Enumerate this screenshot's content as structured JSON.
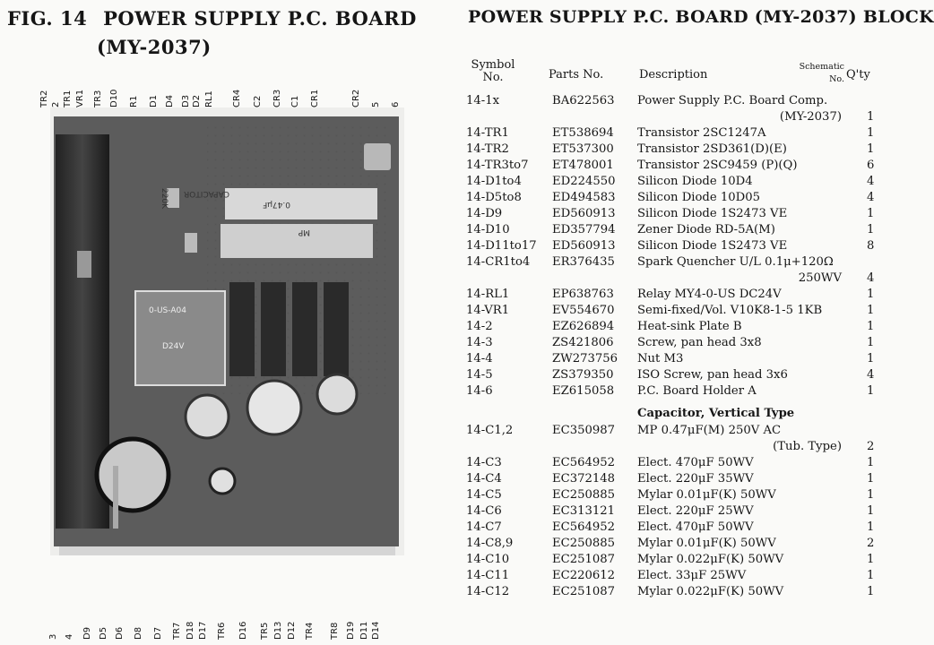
{
  "figure": {
    "number": "FIG. 14",
    "title_line1": "POWER SUPPLY P.C. BOARD",
    "title_line2": "(MY-2037)"
  },
  "block_title": "POWER SUPPLY P.C. BOARD (MY-2037) BLOCK",
  "photo_labels": {
    "top": [
      "TR2",
      "2",
      "TR1",
      "VR1",
      "TR3",
      "D10",
      "R1",
      "D1",
      "D4",
      "D3",
      "D2",
      "RL1",
      "CR4",
      "C2",
      "CR3",
      "C1",
      "CR1",
      "CR2",
      "5",
      "6"
    ],
    "bottom": [
      "3",
      "4",
      "D9",
      "D5",
      "D6",
      "D8",
      "D7",
      "TR7",
      "D18",
      "D17",
      "TR6",
      "D16",
      "TR5",
      "D13",
      "D12",
      "TR4",
      "TR8",
      "D19",
      "D11",
      "D14"
    ],
    "board_text": [
      "0-US-A04",
      "D24V",
      "CAPACITOR",
      "0.47μF",
      "MP",
      "220K"
    ]
  },
  "table": {
    "headers": {
      "symbol_line1": "Symbol",
      "symbol_line2": "No.",
      "parts": "Parts No.",
      "description": "Description",
      "schematic_line1": "Schematic",
      "schematic_line2": "No.",
      "qty": "Q'ty"
    },
    "rows": [
      {
        "sym": "14-1x",
        "part": "BA622563",
        "desc": "Power Supply P.C. Board Comp.",
        "desc2": "(MY-2037)",
        "qty": "1"
      },
      {
        "sym": "14-TR1",
        "part": "ET538694",
        "desc": "Transistor 2SC1247A",
        "qty": "1"
      },
      {
        "sym": "14-TR2",
        "part": "ET537300",
        "desc": "Transistor 2SD361(D)(E)",
        "qty": "1"
      },
      {
        "sym": "14-TR3to7",
        "part": "ET478001",
        "desc": "Transistor 2SC9459 (P)(Q)",
        "qty": "6"
      },
      {
        "sym": "14-D1to4",
        "part": "ED224550",
        "desc": "Silicon Diode 10D4",
        "qty": "4"
      },
      {
        "sym": "14-D5to8",
        "part": "ED494583",
        "desc": "Silicon Diode 10D05",
        "qty": "4"
      },
      {
        "sym": "14-D9",
        "part": "ED560913",
        "desc": "Silicon Diode 1S2473 VE",
        "qty": "1"
      },
      {
        "sym": "14-D10",
        "part": "ED357794",
        "desc": "Zener Diode RD-5A(M)",
        "qty": "1"
      },
      {
        "sym": "14-D11to17",
        "part": "ED560913",
        "desc": "Silicon Diode 1S2473 VE",
        "qty": "8"
      },
      {
        "sym": "14-CR1to4",
        "part": "ER376435",
        "desc": "Spark Quencher U/L 0.1μ+120Ω",
        "desc2": "250WV",
        "qty": "4"
      },
      {
        "sym": "14-RL1",
        "part": "EP638763",
        "desc": "Relay MY4-0-US DC24V",
        "qty": "1"
      },
      {
        "sym": "14-VR1",
        "part": "EV554670",
        "desc": "Semi-fixed/Vol. V10K8-1-5 1KB",
        "qty": "1"
      },
      {
        "sym": "14-2",
        "part": "EZ626894",
        "desc": "Heat-sink Plate B",
        "qty": "1"
      },
      {
        "sym": "14-3",
        "part": "ZS421806",
        "desc": "Screw, pan head 3x8",
        "qty": "1"
      },
      {
        "sym": "14-4",
        "part": "ZW273756",
        "desc": "Nut M3",
        "qty": "1"
      },
      {
        "sym": "14-5",
        "part": "ZS379350",
        "desc": "ISO Screw, pan head 3x6",
        "qty": "4"
      },
      {
        "sym": "14-6",
        "part": "EZ615058",
        "desc": "P.C. Board Holder A",
        "qty": "1"
      }
    ],
    "section_title": "Capacitor, Vertical Type",
    "rows2": [
      {
        "sym": "14-C1,2",
        "part": "EC350987",
        "desc": "MP 0.47μF(M) 250V AC",
        "desc2": "(Tub. Type)",
        "qty": "2"
      },
      {
        "sym": "14-C3",
        "part": "EC564952",
        "desc": "Elect. 470μF 50WV",
        "qty": "1"
      },
      {
        "sym": "14-C4",
        "part": "EC372148",
        "desc": "Elect. 220μF 35WV",
        "qty": "1"
      },
      {
        "sym": "14-C5",
        "part": "EC250885",
        "desc": "Mylar 0.01μF(K) 50WV",
        "qty": "1"
      },
      {
        "sym": "14-C6",
        "part": "EC313121",
        "desc": "Elect. 220μF 25WV",
        "qty": "1"
      },
      {
        "sym": "14-C7",
        "part": "EC564952",
        "desc": "Elect. 470μF 50WV",
        "qty": "1"
      },
      {
        "sym": "14-C8,9",
        "part": "EC250885",
        "desc": "Mylar 0.01μF(K) 50WV",
        "qty": "2"
      },
      {
        "sym": "14-C10",
        "part": "EC251087",
        "desc": "Mylar 0.022μF(K) 50WV",
        "qty": "1"
      },
      {
        "sym": "14-C11",
        "part": "EC220612",
        "desc": "Elect. 33μF 25WV",
        "qty": "1"
      },
      {
        "sym": "14-C12",
        "part": "EC251087",
        "desc": "Mylar 0.022μF(K) 50WV",
        "qty": "1"
      }
    ]
  }
}
